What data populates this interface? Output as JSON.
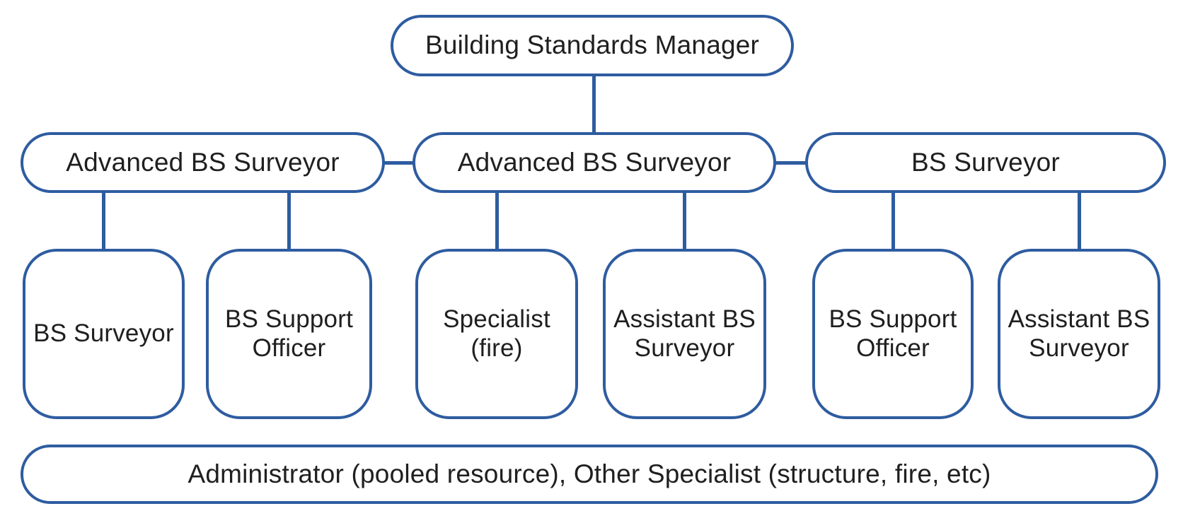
{
  "colors": {
    "line": "#2e5ca0",
    "text": "#1f1f1f",
    "background": "#ffffff"
  },
  "chart": {
    "type": "org-chart",
    "root": "Building Standards Manager"
  },
  "nodes": {
    "manager": {
      "label": "Building Standards Manager"
    },
    "mid1": {
      "label": "Advanced BS Surveyor"
    },
    "mid2": {
      "label": "Advanced BS Surveyor"
    },
    "mid3": {
      "label": "BS Surveyor"
    },
    "child1": {
      "label": "BS Surveyor"
    },
    "child2": {
      "label": "BS Support Officer"
    },
    "child3": {
      "label": "Specialist (fire)"
    },
    "child4": {
      "label": "Assistant BS Surveyor"
    },
    "child5": {
      "label": "BS Support Officer"
    },
    "child6": {
      "label": "Assistant BS Surveyor"
    },
    "pooled": {
      "label": "Administrator (pooled resource), Other Specialist (structure, fire, etc)"
    }
  },
  "hierarchy": {
    "Building Standards Manager": {
      "Advanced BS Surveyor (1)": [
        "BS Surveyor",
        "BS Support Officer"
      ],
      "Advanced BS Surveyor (2)": [
        "Specialist (fire)",
        "Assistant BS Surveyor"
      ],
      "BS Surveyor": [
        "BS Support Officer",
        "Assistant BS Surveyor"
      ]
    },
    "pooled_resources": "Administrator (pooled resource), Other Specialist (structure, fire, etc)"
  }
}
